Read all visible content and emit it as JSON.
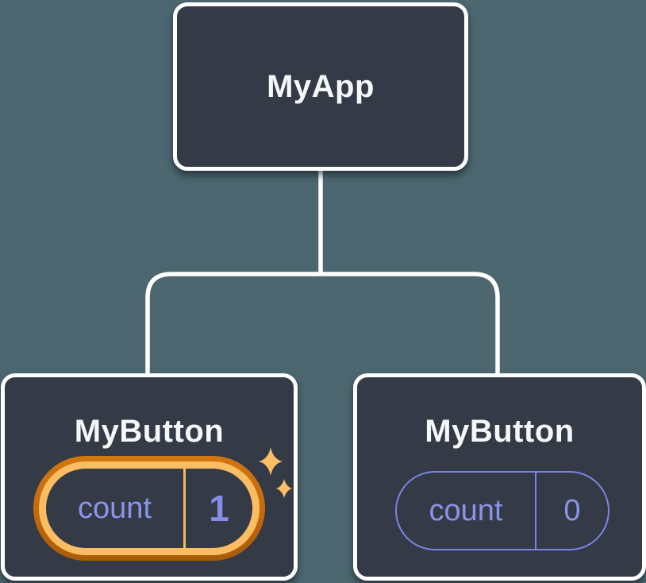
{
  "diagram": {
    "description": "React component tree diagram: parent component with two child buttons holding independent state",
    "background_color": "#4C6770",
    "root": {
      "label": "MyApp"
    },
    "children": [
      {
        "label": "MyButton",
        "state_key": "count",
        "state_value": "1",
        "highlighted": true
      },
      {
        "label": "MyButton",
        "state_key": "count",
        "state_value": "0",
        "highlighted": false
      }
    ],
    "colors": {
      "node_fill": "#343B47",
      "node_border": "#FFFFFF",
      "connector_line": "#FFFFFF",
      "state_text_purple": "#8C93E9",
      "plain_pill_border": "#7B83E4",
      "highlight_ring_outer_orange": "#C4690E",
      "highlight_ring_inner_gold": "#FABD62",
      "sparkle_gold": "#FBBE64",
      "title_text": "#F6F7F9"
    }
  }
}
